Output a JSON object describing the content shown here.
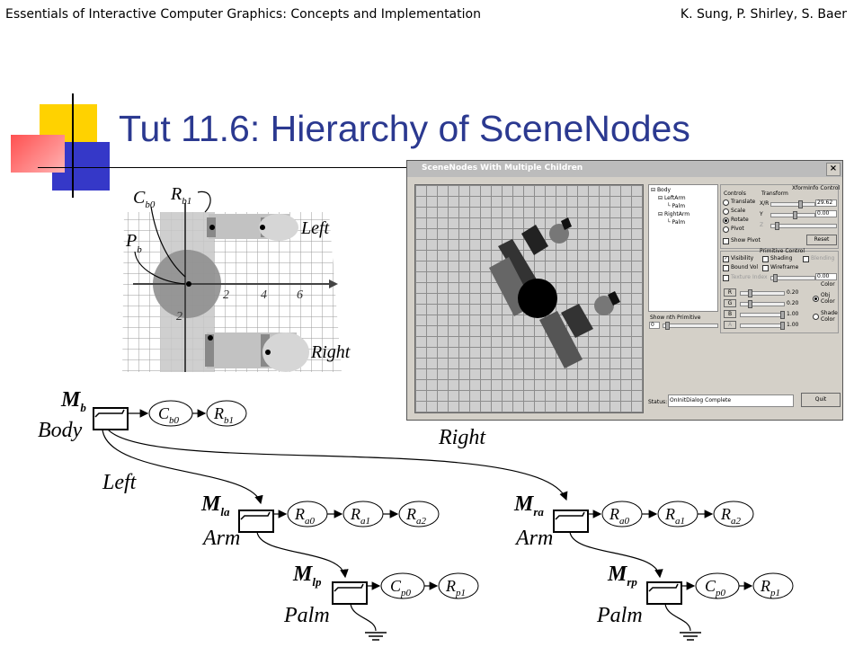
{
  "header": {
    "book_title": "Essentials of Interactive Computer Graphics: Concepts and Implementation",
    "authors": "K. Sung, P. Shirley, S. Baer"
  },
  "slide": {
    "title": "Tut 11.6: Hierarchy of SceneNodes"
  },
  "figure": {
    "labels": {
      "cb0": "C",
      "cb0_sub": "b0",
      "rb1": "R",
      "rb1_sub": "b1",
      "pb": "P",
      "pb_sub": "b",
      "left": "Left",
      "right": "Right"
    },
    "axis_ticks": [
      "2",
      "4",
      "6",
      "2"
    ]
  },
  "app": {
    "window_title": "SceneNodes With Multiple Children",
    "close_glyph": "×",
    "tree": [
      "Body",
      "LeftArm",
      "Palm",
      "RightArm",
      "Palm"
    ],
    "xform_group": "XformInfo Control",
    "controls_label": "Controls",
    "transform_label": "Transform",
    "radios": [
      "Translate",
      "Scale",
      "Rotate",
      "Pivot"
    ],
    "selected_radio": "Rotate",
    "xr_label": "X/R",
    "xr_value": "29.62",
    "y_label": "Y",
    "y_value": "0.00",
    "z_label": "Z",
    "show_pivot": "Show Pivot",
    "reset_label": "Reset",
    "prim_group": "Primitive Control",
    "visibility": "Visibility",
    "shading": "Shading",
    "blending": "Blending",
    "bound_vol": "Bound Vol",
    "wireframe": "Wireframe",
    "texture": "Texture",
    "index": "Index",
    "tex_value": "0.00",
    "color_label": "Color",
    "r_label": "R",
    "r_value": "0.20",
    "g_label": "G",
    "g_value": "0.20",
    "b_label": "B",
    "b_value": "1.00",
    "a_label": "A",
    "a_value": "1.00",
    "obj_color": "Obj Color",
    "shade_color": "Shade Color",
    "nth_label": "Show nth Primitive",
    "nth_value": "0",
    "status_label": "Status:",
    "status_value": "OnInitDialog Complete",
    "quit_label": "Quit"
  },
  "diagram": {
    "body": {
      "matrix": "M",
      "matrix_sub": "b",
      "name": "Body"
    },
    "body_nodes": [
      {
        "l": "C",
        "s": "b0"
      },
      {
        "l": "R",
        "s": "b1"
      }
    ],
    "left_edge": "Left",
    "right_edge": "Right",
    "left_arm": {
      "matrix": "M",
      "matrix_sub": "la",
      "name": "Arm"
    },
    "right_arm": {
      "matrix": "M",
      "matrix_sub": "ra",
      "name": "Arm"
    },
    "arm_nodes": [
      {
        "l": "R",
        "s": "a0"
      },
      {
        "l": "R",
        "s": "a1"
      },
      {
        "l": "R",
        "s": "a2"
      }
    ],
    "left_palm": {
      "matrix": "M",
      "matrix_sub": "lp",
      "name": "Palm"
    },
    "right_palm": {
      "matrix": "M",
      "matrix_sub": "rp",
      "name": "Palm"
    },
    "palm_nodes": [
      {
        "l": "C",
        "s": "p0"
      },
      {
        "l": "R",
        "s": "p1"
      }
    ]
  }
}
